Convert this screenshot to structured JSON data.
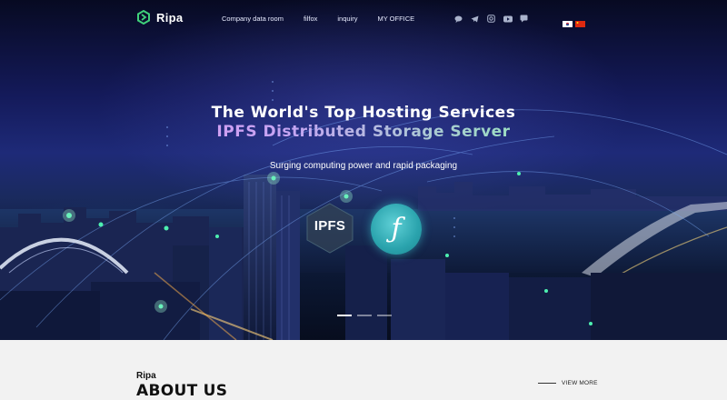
{
  "header": {
    "logo_text": "Ripa",
    "nav": [
      {
        "label": "Company data room"
      },
      {
        "label": "filfox"
      },
      {
        "label": "inquiry"
      },
      {
        "label": "MY OFFICE"
      }
    ],
    "social_icons": [
      "chat-icon",
      "telegram-icon",
      "instagram-icon",
      "youtube-icon",
      "message-icon"
    ],
    "languages": [
      {
        "icon": "korea-flag-icon"
      },
      {
        "icon": "china-flag-icon"
      }
    ]
  },
  "hero": {
    "headline": "The World's Top Hosting Services",
    "subheadline": "IPFS Distributed Storage Server",
    "tagline": "Surging computing power and rapid packaging",
    "ipfs_label": "IPFS",
    "filecoin_symbol": "ƒ",
    "slides_count": 3,
    "active_slide": 1
  },
  "about": {
    "small_title": "Ripa",
    "title": "ABOUT US",
    "view_more": "VIEW MORE"
  },
  "colors": {
    "accent_green": "#3fd07a",
    "headline_gradient": [
      "#e98ff0",
      "#8ff0b2"
    ],
    "filecoin_teal": "#2aa3ad"
  }
}
